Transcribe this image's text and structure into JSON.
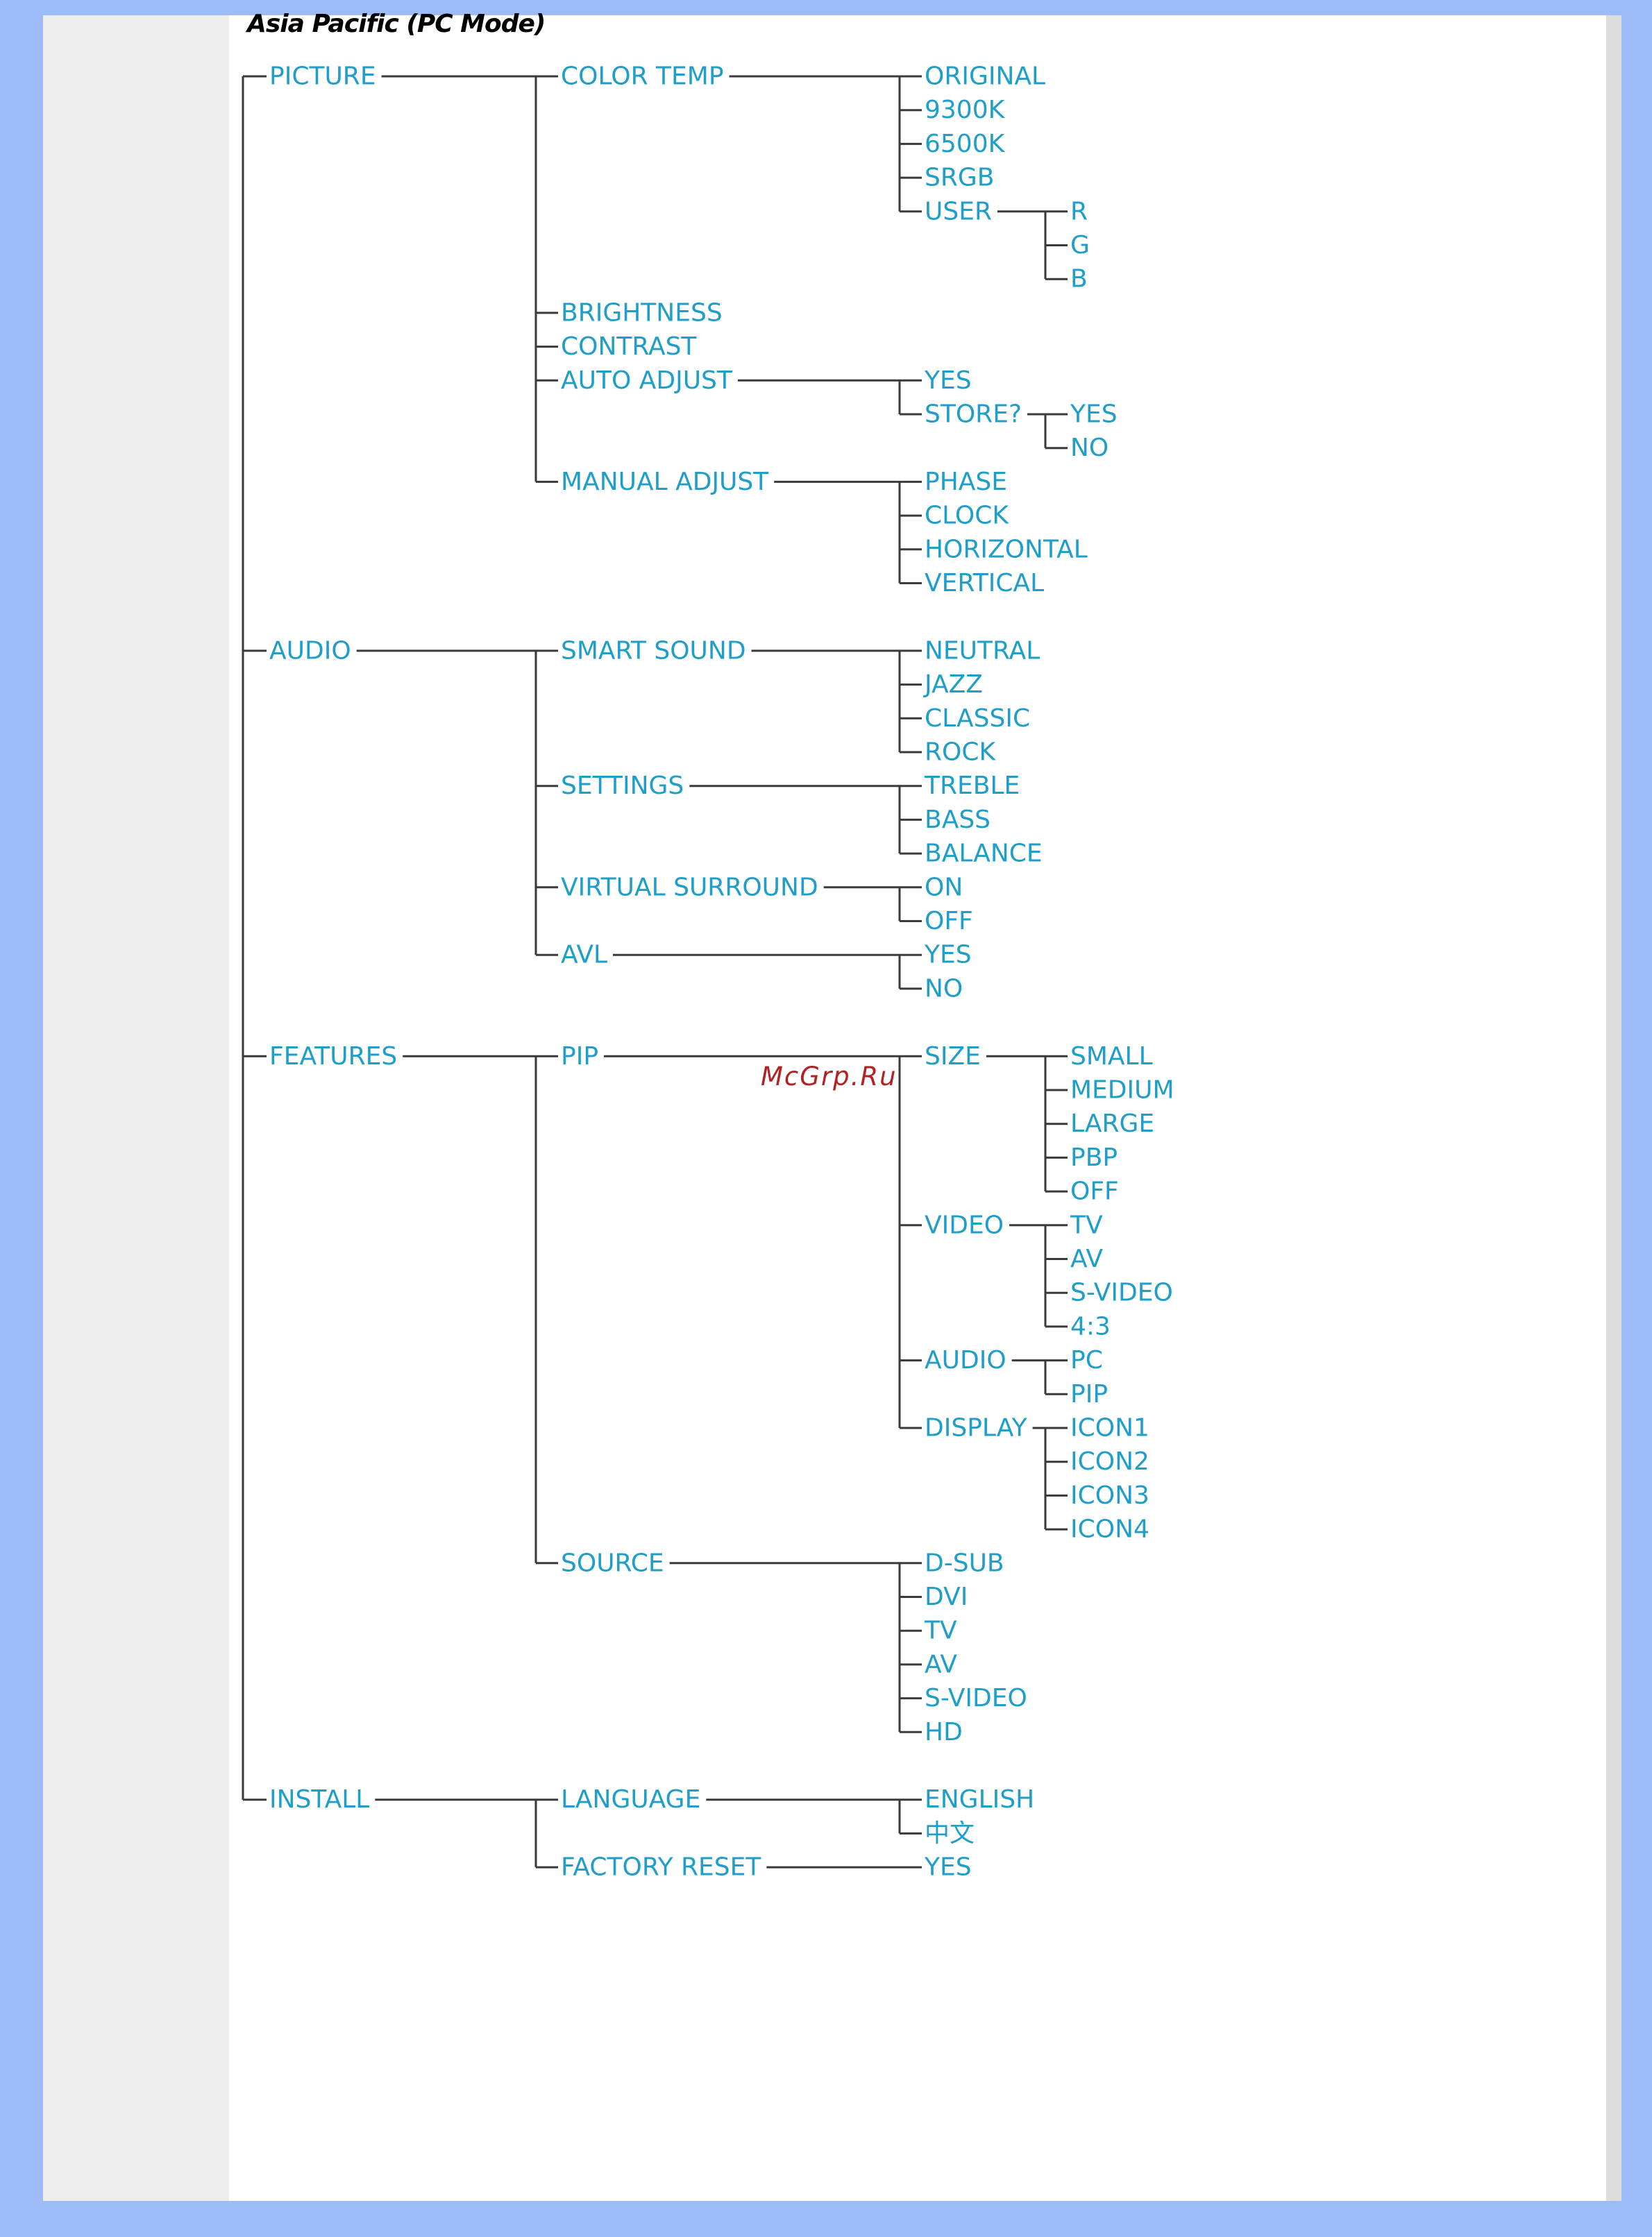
{
  "page": {
    "title": "Asia Pacific (PC Mode)",
    "watermark": "McGrp.Ru"
  },
  "colors": {
    "page_background": "#9dbcf7",
    "sidebar": "#eeeeee",
    "content": "#ffffff",
    "node_text": "#1e9ec8",
    "line": "#3a3a3a",
    "watermark": "#b22222"
  },
  "menu_tree": [
    {
      "label": "PICTURE",
      "children": [
        {
          "label": "COLOR TEMP",
          "children": [
            {
              "label": "ORIGINAL"
            },
            {
              "label": "9300K"
            },
            {
              "label": "6500K"
            },
            {
              "label": "SRGB"
            },
            {
              "label": "USER",
              "children": [
                {
                  "label": "R"
                },
                {
                  "label": "G"
                },
                {
                  "label": "B"
                }
              ]
            }
          ]
        },
        {
          "label": "BRIGHTNESS"
        },
        {
          "label": "CONTRAST"
        },
        {
          "label": "AUTO ADJUST",
          "children": [
            {
              "label": "YES"
            },
            {
              "label": "STORE?",
              "children": [
                {
                  "label": "YES"
                },
                {
                  "label": "NO"
                }
              ]
            }
          ]
        },
        {
          "label": "MANUAL ADJUST",
          "children": [
            {
              "label": "PHASE"
            },
            {
              "label": "CLOCK"
            },
            {
              "label": "HORIZONTAL"
            },
            {
              "label": "VERTICAL"
            }
          ]
        }
      ]
    },
    {
      "label": "AUDIO",
      "children": [
        {
          "label": "SMART SOUND",
          "children": [
            {
              "label": "NEUTRAL"
            },
            {
              "label": "JAZZ"
            },
            {
              "label": "CLASSIC"
            },
            {
              "label": "ROCK"
            }
          ]
        },
        {
          "label": "SETTINGS",
          "children": [
            {
              "label": "TREBLE"
            },
            {
              "label": "BASS"
            },
            {
              "label": "BALANCE"
            }
          ]
        },
        {
          "label": "VIRTUAL SURROUND",
          "children": [
            {
              "label": "ON"
            },
            {
              "label": "OFF"
            }
          ]
        },
        {
          "label": "AVL",
          "children": [
            {
              "label": "YES"
            },
            {
              "label": "NO"
            }
          ]
        }
      ]
    },
    {
      "label": "FEATURES",
      "children": [
        {
          "label": "PIP",
          "children": [
            {
              "label": "SIZE",
              "children": [
                {
                  "label": "SMALL"
                },
                {
                  "label": "MEDIUM"
                },
                {
                  "label": "LARGE"
                },
                {
                  "label": "PBP"
                },
                {
                  "label": "OFF"
                }
              ]
            },
            {
              "label": "VIDEO",
              "children": [
                {
                  "label": "TV"
                },
                {
                  "label": "AV"
                },
                {
                  "label": "S-VIDEO"
                },
                {
                  "label": "4:3"
                }
              ]
            },
            {
              "label": "AUDIO",
              "children": [
                {
                  "label": "PC"
                },
                {
                  "label": "PIP"
                }
              ]
            },
            {
              "label": "DISPLAY",
              "children": [
                {
                  "label": "ICON1"
                },
                {
                  "label": "ICON2"
                },
                {
                  "label": "ICON3"
                },
                {
                  "label": "ICON4"
                }
              ]
            }
          ]
        },
        {
          "label": "SOURCE",
          "children": [
            {
              "label": "D-SUB"
            },
            {
              "label": "DVI"
            },
            {
              "label": "TV"
            },
            {
              "label": "AV"
            },
            {
              "label": "S-VIDEO"
            },
            {
              "label": "HD"
            }
          ]
        }
      ]
    },
    {
      "label": "INSTALL",
      "children": [
        {
          "label": "LANGUAGE",
          "children": [
            {
              "label": "ENGLISH"
            },
            {
              "label": "中文"
            }
          ]
        },
        {
          "label": "FACTORY RESET",
          "children": [
            {
              "label": "YES"
            }
          ]
        }
      ]
    }
  ]
}
